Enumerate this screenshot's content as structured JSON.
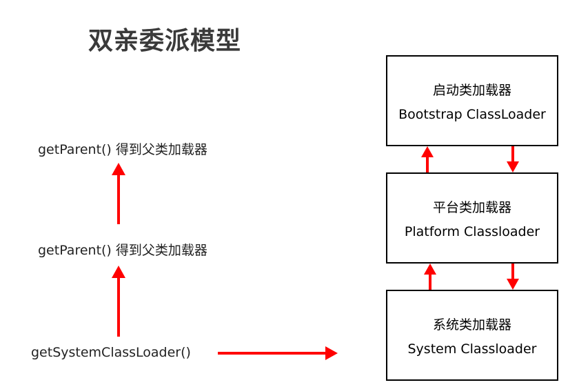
{
  "title": "双亲委派模型",
  "methods": {
    "get_parent_top": "getParent() 得到父类加载器",
    "get_parent_middle": "getParent() 得到父类加载器",
    "get_system_classloader": "getSystemClassLoader()"
  },
  "loaders": {
    "bootstrap": {
      "zh": "启动类加载器",
      "en": "Bootstrap ClassLoader"
    },
    "platform": {
      "zh": "平台类加载器",
      "en": "Platform Classloader"
    },
    "system": {
      "zh": "系统类加载器",
      "en": "System Classloader"
    }
  },
  "colors": {
    "arrow": "#ff0000",
    "box_border": "#000000",
    "title": "#3a3a3a"
  }
}
